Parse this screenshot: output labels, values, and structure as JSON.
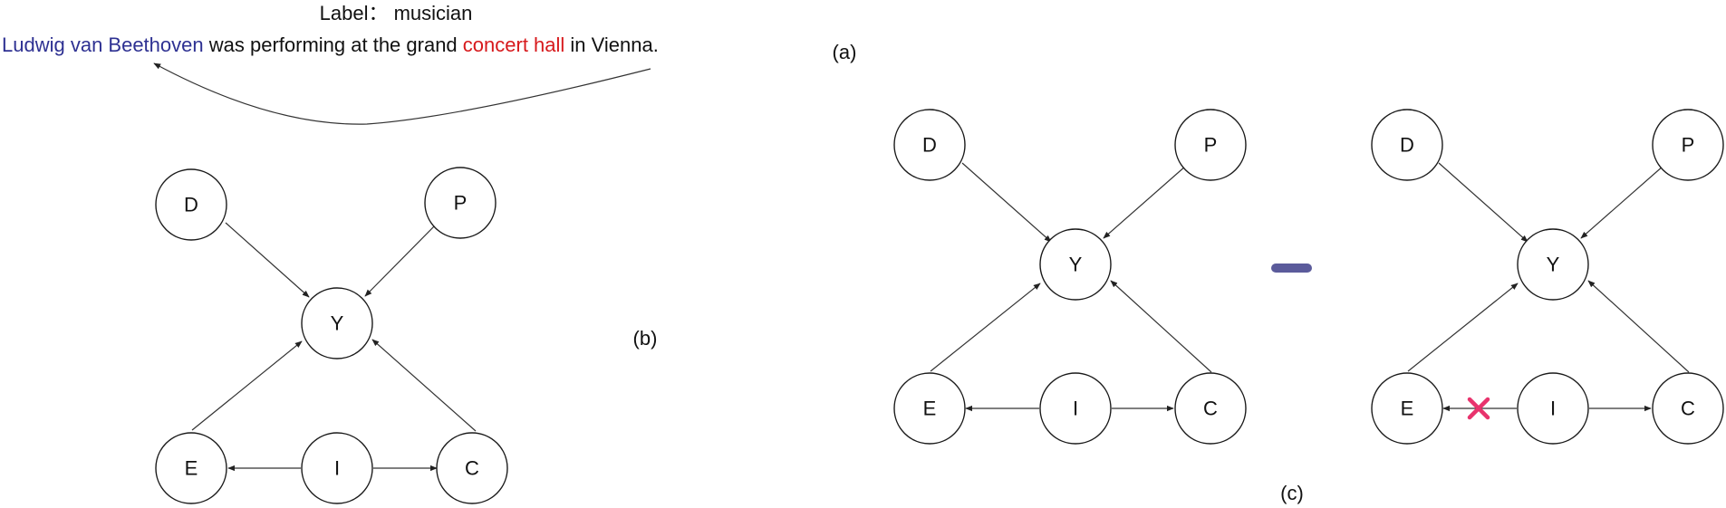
{
  "panel_a": {
    "label_line": "Label： musician",
    "sentence": {
      "entity_head": "Ludwig van Beethoven",
      "middle": " was performing at the grand ",
      "entity_tail": "concert hall",
      "end": " in Vienna."
    },
    "tag": "(a)",
    "colors": {
      "head": "#2e3192",
      "tail": "#d7191c",
      "text": "#111111"
    }
  },
  "panel_b": {
    "tag": "(b)"
  },
  "panel_c": {
    "tag": "(c)"
  },
  "nodes": {
    "D": "D",
    "P": "P",
    "Y": "Y",
    "E": "E",
    "I": "I",
    "C": "C"
  },
  "colors": {
    "minus": "#5b5b9b",
    "cross": "#e8336d"
  }
}
